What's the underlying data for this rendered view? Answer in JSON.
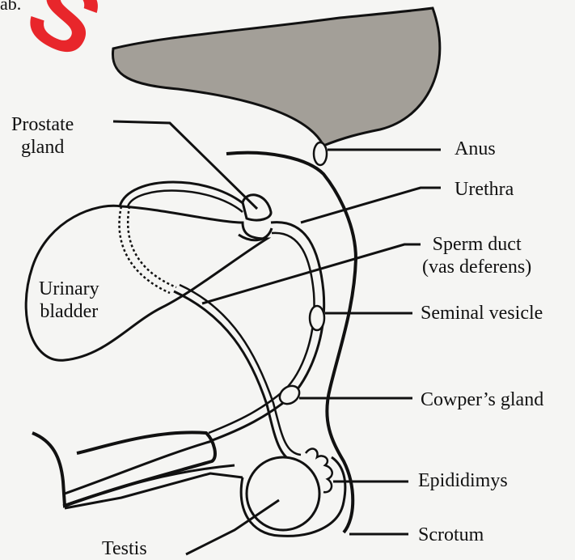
{
  "top_fragment": "ab.",
  "watermark": "S",
  "labels": {
    "prostate": "Prostate\ngland",
    "anus": "Anus",
    "urethra": "Urethra",
    "sperm_duct": "Sperm duct\n(vas deferens)",
    "bladder": "Urinary\nbladder",
    "seminal": "Seminal vesicle",
    "cowper": "Cowper’s gland",
    "epididimys": "Epididimys",
    "scrotum": "Scrotum",
    "testis": "Testis"
  },
  "colors": {
    "ink": "#111111",
    "rectum_fill": "#a39f98",
    "paper": "#f5f5f3",
    "watermark": "#e8262b"
  }
}
